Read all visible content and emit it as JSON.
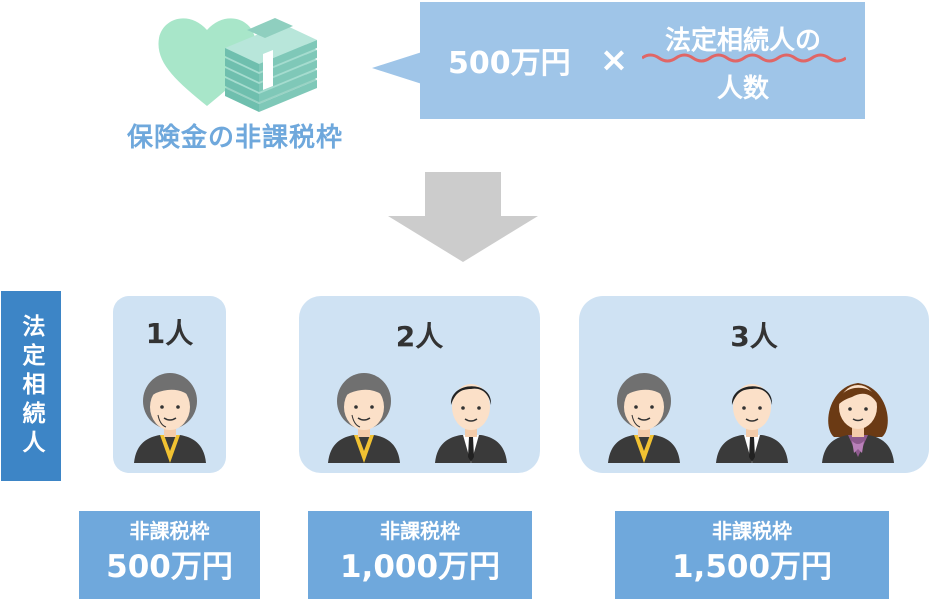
{
  "header": {
    "title": "保険金の非課税枠",
    "icons": [
      "heart-icon",
      "money-stack-icon"
    ]
  },
  "formula": {
    "amount": "500万円",
    "operator": "×",
    "line1": "法定相続人の",
    "line2": "人数"
  },
  "side_label": "法定相続人",
  "groups": [
    {
      "count": "1人",
      "people": [
        "elderly-woman-icon"
      ],
      "result_label": "非課税枠",
      "result_value": "500万円"
    },
    {
      "count": "2人",
      "people": [
        "elderly-woman-icon",
        "man-in-suit-icon"
      ],
      "result_label": "非課税枠",
      "result_value": "1,000万円"
    },
    {
      "count": "3人",
      "people": [
        "elderly-woman-icon",
        "man-in-suit-icon",
        "woman-icon"
      ],
      "result_label": "非課税枠",
      "result_value": "1,500万円"
    }
  ],
  "colors": {
    "bubble": "#9fc5e8",
    "title": "#6fa8dc",
    "side_label": "#3d85c6",
    "box": "#cfe2f3",
    "result": "#6fa8dc",
    "heart": "#a8e6c9",
    "wave": "#e06666",
    "arrow": "#cccccc"
  }
}
